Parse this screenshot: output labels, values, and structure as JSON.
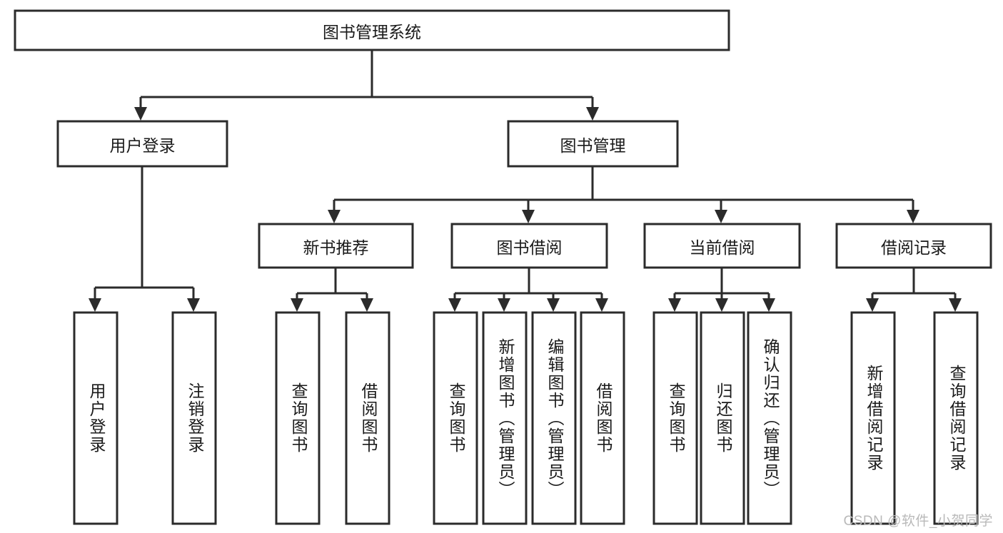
{
  "diagram": {
    "type": "hierarchy-tree",
    "title": "图书管理系统",
    "watermark": "CSDN @软件_小贺同学",
    "colors": {
      "box_stroke": "#2b2b2b",
      "box_fill": "#ffffff",
      "text": "#1a1a1a",
      "connector": "#2b2b2b",
      "watermark": "#b9b9b9",
      "background": "#ffffff"
    },
    "levels": {
      "root": {
        "label": "图书管理系统"
      },
      "level1": [
        {
          "id": "user-login",
          "label": "用户登录"
        },
        {
          "id": "book-management",
          "label": "图书管理"
        }
      ],
      "level2": [
        {
          "id": "new-book-recommend",
          "label": "新书推荐",
          "parent": "book-management"
        },
        {
          "id": "book-borrow",
          "label": "图书借阅",
          "parent": "book-management"
        },
        {
          "id": "current-borrow",
          "label": "当前借阅",
          "parent": "book-management"
        },
        {
          "id": "borrow-record",
          "label": "借阅记录",
          "parent": "book-management"
        }
      ],
      "leaves": [
        {
          "id": "leaf-user-login",
          "label": "用户登录",
          "parent": "user-login"
        },
        {
          "id": "leaf-logout-login",
          "label": "注销登录",
          "parent": "user-login"
        },
        {
          "id": "leaf-query-book-1",
          "label": "查询图书",
          "parent": "new-book-recommend"
        },
        {
          "id": "leaf-borrow-book-1",
          "label": "借阅图书",
          "parent": "new-book-recommend"
        },
        {
          "id": "leaf-query-book-2",
          "label": "查询图书",
          "parent": "book-borrow"
        },
        {
          "id": "leaf-add-book",
          "label": "新增图书（管理员）",
          "parent": "book-borrow"
        },
        {
          "id": "leaf-edit-book",
          "label": "编辑图书（管理员）",
          "parent": "book-borrow"
        },
        {
          "id": "leaf-borrow-book-2",
          "label": "借阅图书",
          "parent": "book-borrow"
        },
        {
          "id": "leaf-query-book-3",
          "label": "查询图书",
          "parent": "current-borrow"
        },
        {
          "id": "leaf-return-book",
          "label": "归还图书",
          "parent": "current-borrow"
        },
        {
          "id": "leaf-confirm-return",
          "label": "确认归还（管理员）",
          "parent": "current-borrow"
        },
        {
          "id": "leaf-add-record",
          "label": "新增借阅记录",
          "parent": "borrow-record"
        },
        {
          "id": "leaf-query-record",
          "label": "查询借阅记录",
          "parent": "borrow-record"
        }
      ]
    }
  }
}
